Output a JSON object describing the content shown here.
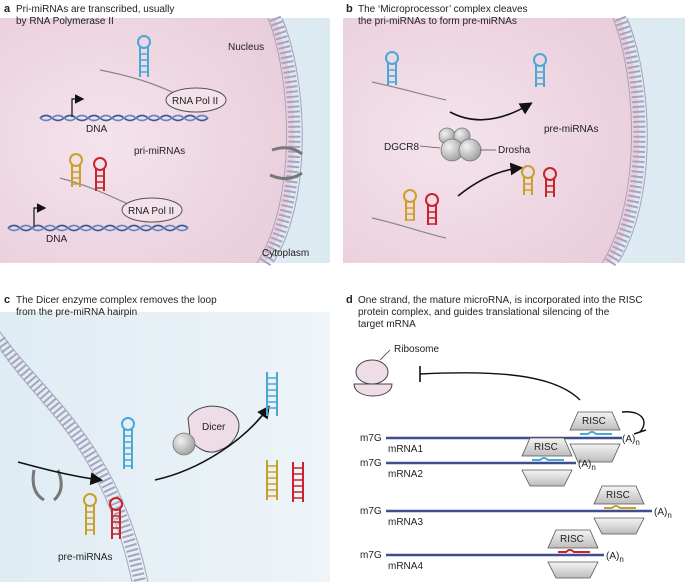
{
  "panel_a": {
    "letter": "a",
    "caption_line1": "Pri-miRNAs are transcribed, usually",
    "caption_line2": "by RNA Polymerase II",
    "nucleus": "Nucleus",
    "rna_pol": "RNA Pol II",
    "dna": "DNA",
    "pri_mirnas": "pri-miRNAs",
    "cytoplasm": "Cytoplasm"
  },
  "panel_b": {
    "letter": "b",
    "caption_line1": "The ‘Microprocessor’ complex cleaves",
    "caption_line2": "the pri-miRNAs to form pre-miRNAs",
    "dgcr8": "DGCR8",
    "drosha": "Drosha",
    "pre_mirnas": "pre-miRNAs"
  },
  "panel_c": {
    "letter": "c",
    "caption_line1": "The Dicer enzyme complex removes the loop",
    "caption_line2": "from the pre-miRNA hairpin",
    "dicer": "Dicer",
    "pre_mirnas": "pre-miRNAs"
  },
  "panel_d": {
    "letter": "d",
    "caption_line1": "One strand, the mature microRNA, is incorporated into the RISC",
    "caption_line2": "protein complex, and guides translational silencing of the",
    "caption_line3": "target mRNA",
    "ribosome": "Ribosome",
    "risc": "RISC",
    "m7g": "m7G",
    "polya": "(A)",
    "polya_sub": "n",
    "mrnas": [
      "mRNA1",
      "mRNA2",
      "mRNA3",
      "mRNA4"
    ]
  },
  "colors": {
    "nucleus_fill": "#f1dbe6",
    "cytoplasm_fill": "#e3eef4",
    "membrane": "#a7a3bd",
    "blue_rna": "#4aa8d6",
    "red_rna": "#c8242b",
    "yellow_rna": "#c9a12a",
    "dna": "#3b5b98",
    "mrna": "#3e4e8e"
  }
}
